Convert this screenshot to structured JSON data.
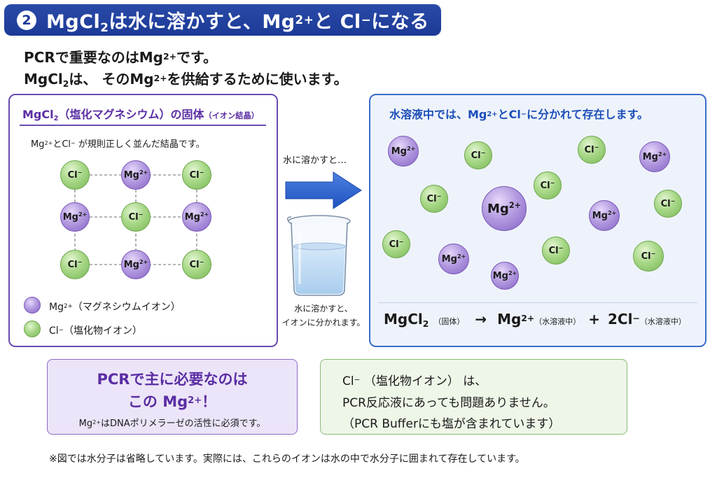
{
  "header": {
    "number": "2",
    "title_pre": "MgCl",
    "title_sub": "2",
    "title_mid": "は水に溶かすと、Mg",
    "title_sup": "2+",
    "title_mid2": "と Cl",
    "title_sup2": "−",
    "title_post": "になる"
  },
  "intro": {
    "line1_pre": "PCRで重要なのはMg",
    "line1_sup": "2+",
    "line1_post": "です。",
    "line2_pre": "MgCl",
    "line2_sub": "2",
    "line2_mid": "は、 そのMg",
    "line2_sup": "2+",
    "line2_post": "を供給するために使います。"
  },
  "left_panel": {
    "title_pre": "MgCl",
    "title_sub": "2",
    "title_mid": "（塩化マグネシウム）の固体",
    "title_small": "（イオン結晶）",
    "desc_pre": "Mg",
    "desc_sup": "2+",
    "desc_mid": "とCl",
    "desc_sup2": "−",
    "desc_post": " が規則正しく並んだ結晶です。",
    "lattice": [
      [
        "Cl",
        "Mg",
        "Cl"
      ],
      [
        "Mg",
        "Cl",
        "Mg"
      ],
      [
        "Cl",
        "Mg",
        "Cl"
      ]
    ],
    "legend": [
      {
        "ion": "Mg",
        "charge": "2+",
        "label": "（マグネシウムイオン）",
        "color": "#a88ad8"
      },
      {
        "ion": "Cl",
        "charge": "−",
        "label": "（塩化物イオン）",
        "color": "#9ccf7e"
      }
    ]
  },
  "middle": {
    "arrow_label": "水に溶かすと…",
    "beaker_caption_line1": "水に溶かすと、",
    "beaker_caption_line2": "イオンに分かれます。"
  },
  "right_panel": {
    "title_pre": "水溶液中では、Mg",
    "title_sup": "2+",
    "title_mid": "とCl",
    "title_sup2": "−",
    "title_post": "に分かれて存在します。",
    "ions": [
      {
        "ion": "Mg",
        "charge": "2+"
      },
      {
        "ion": "Cl",
        "charge": "−"
      },
      {
        "ion": "Cl",
        "charge": "−"
      },
      {
        "ion": "Mg",
        "charge": "2+"
      },
      {
        "ion": "Cl",
        "charge": "−"
      },
      {
        "ion": "Cl",
        "charge": "−"
      },
      {
        "ion": "Mg",
        "charge": "2+"
      },
      {
        "ion": "Mg",
        "charge": "2+"
      },
      {
        "ion": "Cl",
        "charge": "−"
      },
      {
        "ion": "Cl",
        "charge": "−"
      },
      {
        "ion": "Mg",
        "charge": "2+"
      },
      {
        "ion": "Cl",
        "charge": "−"
      },
      {
        "ion": "Cl",
        "charge": "−"
      },
      {
        "ion": "Mg",
        "charge": "2+"
      }
    ],
    "equation": {
      "lhs": "MgCl",
      "lhs_sub": "2",
      "lhs_note": "（固体）",
      "arrow": "→",
      "mg": "Mg",
      "mg_sup": "2+",
      "mg_note": "（水溶液中）",
      "plus": "+",
      "cl": "2Cl",
      "cl_sup": "−",
      "cl_note": "（水溶液中）"
    }
  },
  "box_purple": {
    "line1": "PCRで主に必要なのは",
    "line2_pre": "この Mg",
    "line2_sup": "2+",
    "line2_post": "！",
    "line3_pre": "Mg",
    "line3_sup": "2+",
    "line3_post": "はDNAポリメラーゼの活性に必須です。"
  },
  "box_green": {
    "line1_pre": "Cl",
    "line1_sup": "−",
    "line1_post": " （塩化物イオン） は、",
    "line2": "PCR反応液にあっても問題ありません。",
    "line3": "（PCR Bufferにも塩が含まれています）"
  },
  "footnote": "※図では水分子は省略しています。実際には、これらのイオンは水の中で水分子に囲まれて存在しています。",
  "colors": {
    "header_bg": "#1c3a96",
    "mg_ion": "#a88ad8",
    "cl_ion": "#9ccf7e",
    "arrow": "#2a5fcf",
    "purple_accent": "#5a2ea3",
    "blue_accent": "#1d4fb8"
  }
}
